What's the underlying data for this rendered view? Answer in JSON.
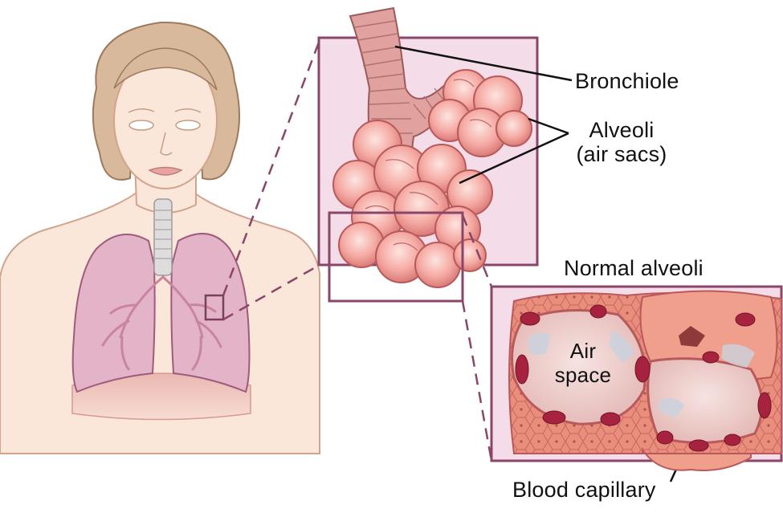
{
  "labels": {
    "bronchiole": "Bronchiole",
    "alveoli_line1": "Alveoli",
    "alveoli_line2": "(air sacs)",
    "normal_alveoli": "Normal alveoli",
    "air_space_line1": "Air",
    "air_space_line2": "space",
    "blood_capillary": "Blood capillary"
  },
  "colors": {
    "frame": "#8a4668",
    "frame_fill": "#f4dce8",
    "skin": "#fbe6da",
    "hair": "#d9b99b",
    "lung": "#e3b4c8",
    "airway": "#c9849f",
    "alveoli": "#f4a9a1",
    "alveoli_outline": "#b9595b",
    "tissue": "#ec8f78",
    "capillary": "#a7223f",
    "air_space": "#efd8d8"
  }
}
